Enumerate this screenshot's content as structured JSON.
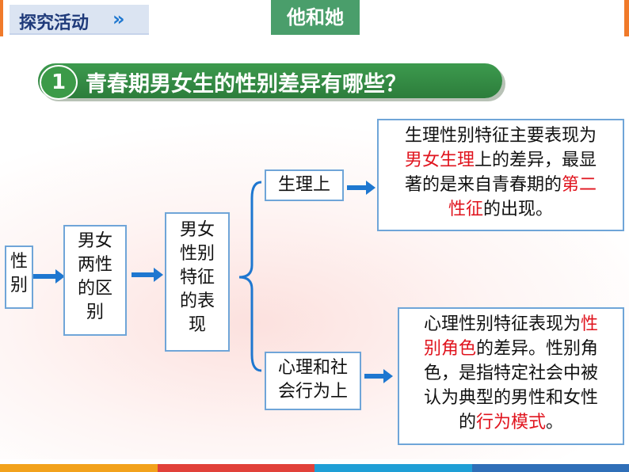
{
  "header": {
    "tag_label": "探究活动",
    "chevrons": "»",
    "center_title": "他和她"
  },
  "question": {
    "number": "1",
    "text": "青春期男女生的性别差异有哪些？"
  },
  "flow": {
    "box1": [
      "性",
      "别"
    ],
    "box2": [
      "男女",
      "两性",
      "的区",
      "别"
    ],
    "box3": [
      "男女",
      "性别",
      "特征",
      "的表",
      "现"
    ],
    "branch_top": "生理上",
    "branch_bottom": [
      "心理和社",
      "会行为上"
    ]
  },
  "desc_top": {
    "line1": "生理性别特征主要表现为",
    "line2_red": "男女生理",
    "line2_rest": "上的差异，最显",
    "line3_start": "著的是来自青春期的",
    "line3_red": "第二",
    "line4_red": "性征",
    "line4_rest": "的出现。"
  },
  "desc_bottom": {
    "line1_start": "心理性别特征表现为",
    "line1_red": "性",
    "line2_red": "别角色",
    "line2_rest": "的差异。性别角",
    "line3": "色，是指特定社会中被",
    "line4": "认为典型的男性和女性",
    "line5_start": "的",
    "line5_red": "行为模式",
    "line5_end": "。"
  },
  "colors": {
    "accent_orange": "#f07a2a",
    "green": "#3c9a48",
    "blue_arrow": "#1e77d0",
    "red_text": "#e0141e",
    "box_border": "#6fa5d8"
  }
}
